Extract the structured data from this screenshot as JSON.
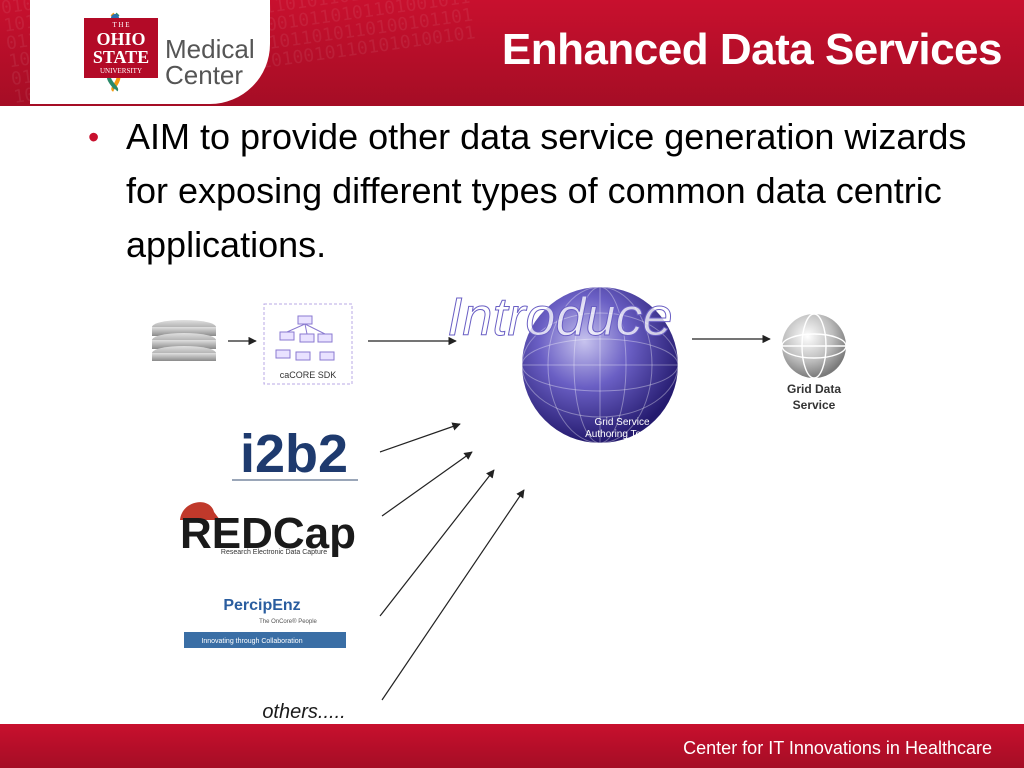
{
  "slide": {
    "title": "Enhanced Data Services",
    "bullet": "AIM to provide other data service generation wizards for exposing different types of common data centric applications.",
    "footer": "Center for IT Innovations in Healthcare"
  },
  "logo": {
    "the": "T H E",
    "ohio": "OHIO",
    "state": "STATE",
    "university": "UNIVERSITY",
    "line1": "Medical",
    "line2": "Center"
  },
  "diagram": {
    "cacore_label": "caCORE SDK",
    "introduce_label": "Introduce",
    "toolkit_line1": "Grid Service",
    "toolkit_line2": "Authoring Toolkit",
    "grid_line1": "Grid Data",
    "grid_line2": "Service",
    "i2b2": "i2b2",
    "redcap": "REDCap",
    "redcap_sub": "Research Electronic Data Capture",
    "percipenz": "PercipEnz",
    "percipenz_sub": "The OnCore® People",
    "percipenz_banner": "Innovating through Collaboration",
    "others": "others....."
  },
  "colors": {
    "brand_red": "#c8102e",
    "globe_blue": "#4a3fa0"
  }
}
